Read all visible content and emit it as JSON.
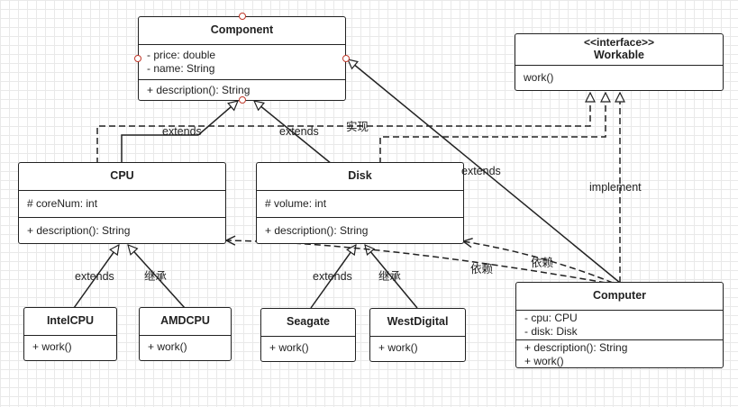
{
  "classes": {
    "component": {
      "name": "Component",
      "attributes": [
        "- price: double",
        "- name: String"
      ],
      "methods": [
        "+ description(): String"
      ]
    },
    "workable": {
      "stereotype": "<<interface>>",
      "name": "Workable",
      "methods": [
        "work()"
      ]
    },
    "cpu": {
      "name": "CPU",
      "attributes": [
        "# coreNum: int"
      ],
      "methods": [
        "+ description(): String"
      ]
    },
    "disk": {
      "name": "Disk",
      "attributes": [
        "# volume: int"
      ],
      "methods": [
        "+ description(): String"
      ]
    },
    "intelcpu": {
      "name": "IntelCPU",
      "methods": [
        "+ work()"
      ]
    },
    "amdcpu": {
      "name": "AMDCPU",
      "methods": [
        "+ work()"
      ]
    },
    "seagate": {
      "name": "Seagate",
      "methods": [
        "+ work()"
      ]
    },
    "westdigital": {
      "name": "WestDigital",
      "methods": [
        "+ work()"
      ]
    },
    "computer": {
      "name": "Computer",
      "attributes": [
        "- cpu: CPU",
        "- disk: Disk"
      ],
      "methods": [
        "+ description(): String",
        "+ work()"
      ]
    }
  },
  "relations": {
    "cpu_extends_component": "extends",
    "disk_extends_component": "extends",
    "computer_extends_component": "extends",
    "realize_workable": "实现",
    "computer_implements_workable": "implement",
    "computer_depends_disk": "依赖",
    "computer_depends_cpu": "依赖",
    "intelcpu_extends_cpu": "extends",
    "amdcpu_extends_cpu": "继承",
    "seagate_extends_disk": "extends",
    "westdigital_extends_disk": "继承"
  },
  "colors": {
    "line": "#222222",
    "grid": "#e9e9e9",
    "handle": "#c0392b"
  }
}
